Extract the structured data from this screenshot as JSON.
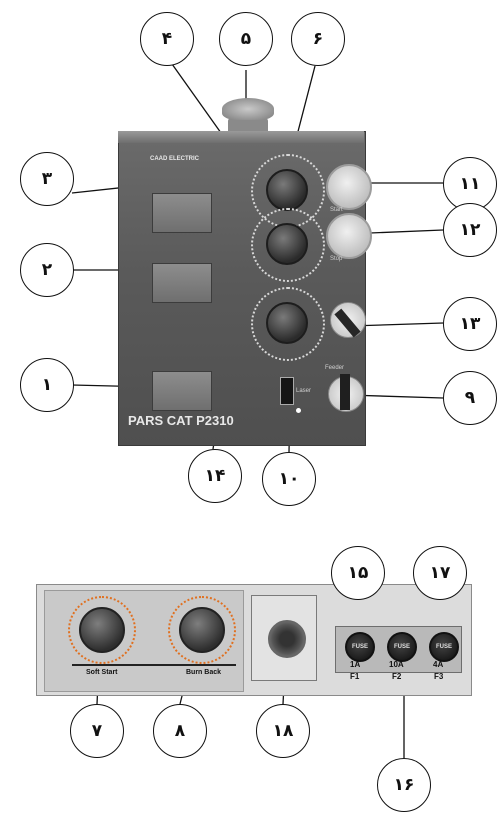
{
  "device": {
    "brand": "CAAD ELECTRIC",
    "model": "PARS CAT P2310",
    "start_label": "Start",
    "stop_label": "Stop",
    "feeder_label": "Feeder",
    "laser_label": "Laser"
  },
  "bottom": {
    "soft_start_label": "Soft Start",
    "burn_back_label": "Burn Back",
    "fuse_word": "FUSE",
    "fuses": [
      {
        "rating": "1A",
        "name": "F1"
      },
      {
        "rating": "10A",
        "name": "F2"
      },
      {
        "rating": "4A",
        "name": "F3"
      }
    ]
  },
  "callouts": {
    "c1": "١",
    "c2": "٢",
    "c3": "٣",
    "c4": "۴",
    "c5": "۵",
    "c6": "۶",
    "c7": "٧",
    "c8": "٨",
    "c9": "٩",
    "c10": "١٠",
    "c11": "١١",
    "c12": "١٢",
    "c13": "١٣",
    "c14": "١۴",
    "c15": "١۵",
    "c16": "١۶",
    "c17": "١٧",
    "c18": "١٨"
  }
}
